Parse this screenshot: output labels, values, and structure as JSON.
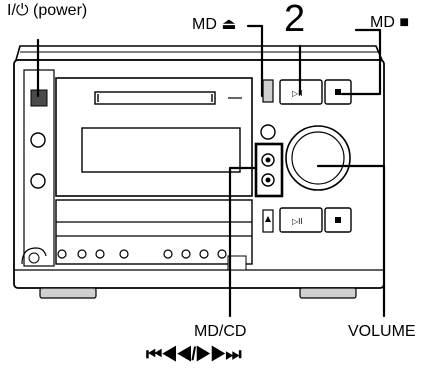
{
  "labels": {
    "power": "I/⏻ (power)",
    "md_eject": "MD ⏏",
    "step_number": "2",
    "md_stop": "MD ■",
    "md_cd": "MD/CD",
    "skip_symbols": "⏮◀◀/▶▶⏭",
    "volume": "VOLUME"
  },
  "device": {
    "play_pause_symbol": "▷II",
    "stop_symbol": "■",
    "eject_symbol": "⏏"
  },
  "colors": {
    "stroke": "#000000",
    "body_fill": "#ffffff",
    "shade": "#cfcfcf",
    "dark": "#4a4a4a"
  }
}
